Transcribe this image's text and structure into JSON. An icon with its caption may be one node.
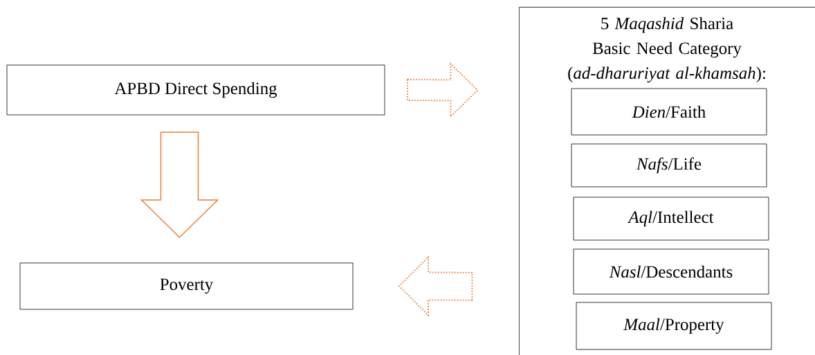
{
  "diagram": {
    "nodes": [
      {
        "text": [
          "APBD Direct Spending"
        ]
      },
      {
        "text": [
          "Poverty"
        ]
      },
      {
        "text": [
          "5 *Maqashid* Sharia Basic Need Category (*ad-dharuriyat al-khamsah*):"
        ]
      },
      {
        "text": [
          "*Dien*/Faith"
        ],
        "in": 2
      },
      {
        "text": [
          "*Nafs*/Life"
        ],
        "in": 2
      },
      {
        "text": [
          "*Aql*/Intellect"
        ],
        "in": 2
      },
      {
        "text": [
          "*Nasl*/Descendants"
        ],
        "in": 2
      },
      {
        "text": [
          "*Maal*/Property"
        ],
        "in": 2
      }
    ],
    "edges": [
      {
        "from": 0,
        "to": 1,
        "arrow": "to"
      },
      {
        "from": 0,
        "to": 2,
        "arrow": "to",
        "style": "dashed"
      },
      {
        "from": 2,
        "to": 1,
        "arrow": "to",
        "style": "dashed"
      }
    ]
  }
}
